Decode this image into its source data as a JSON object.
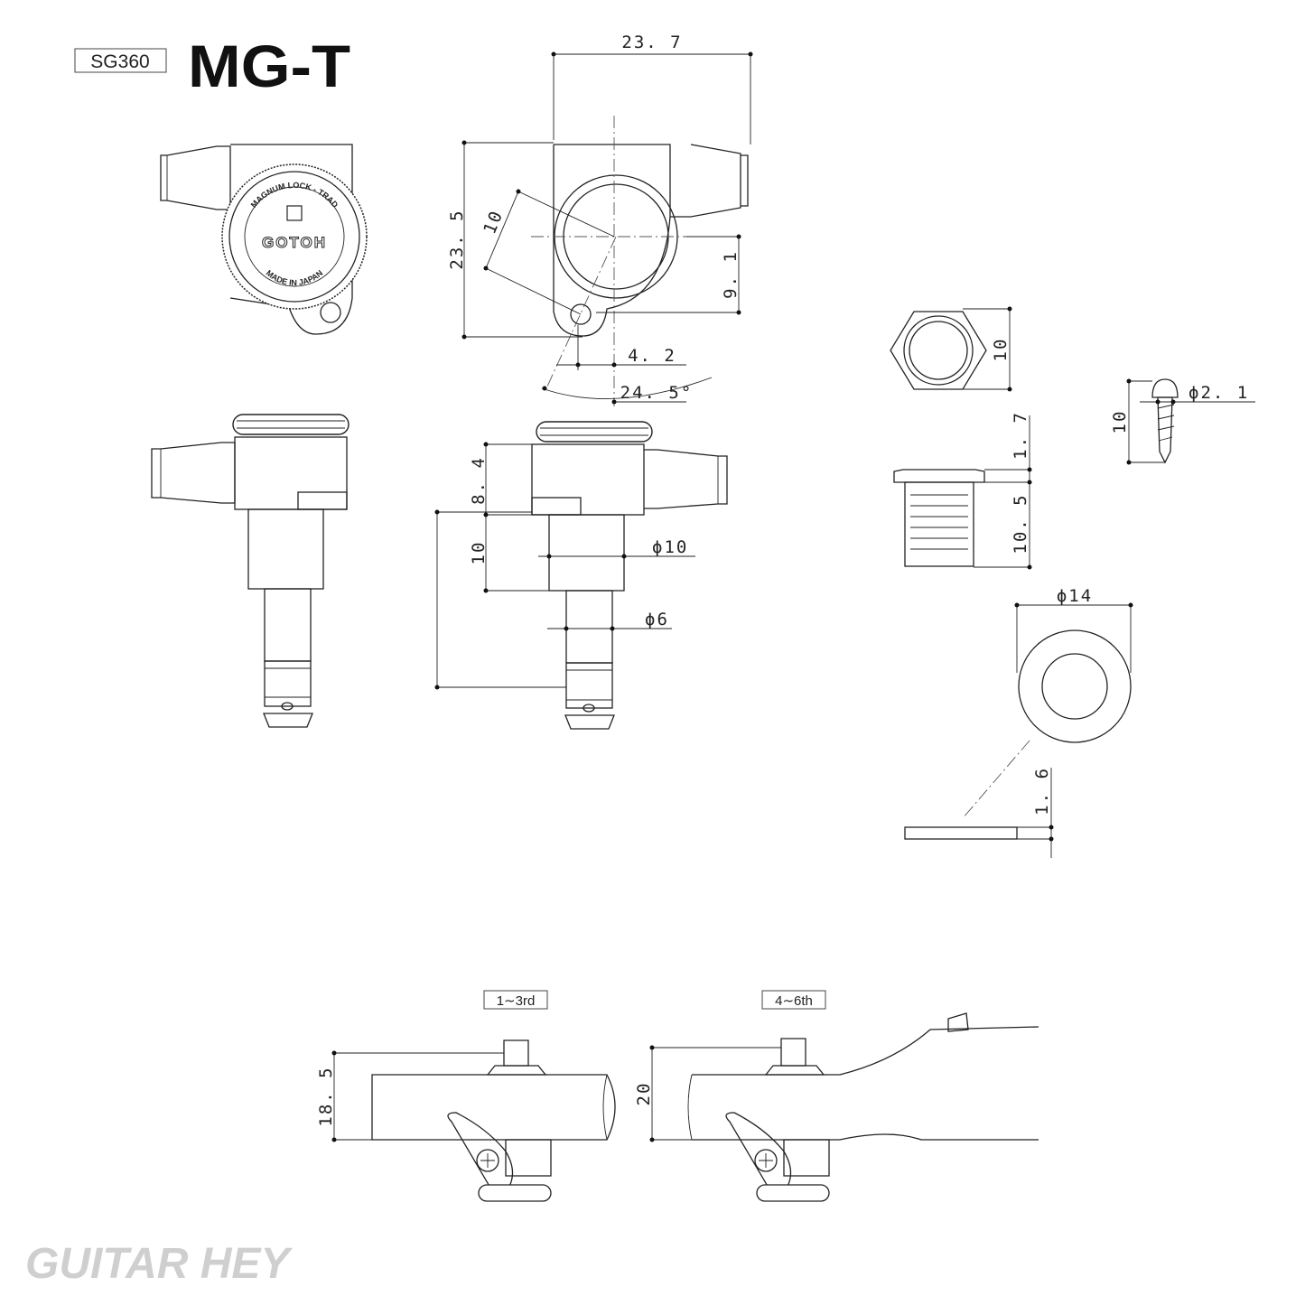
{
  "header": {
    "model_code": "SG360",
    "product_name": "MG-T"
  },
  "dial": {
    "ring_text": "MAGNUM LOCK - TRAD",
    "brand": "GOTOH",
    "origin": "MADE IN JAPAN"
  },
  "dimensions": {
    "top_width": "23. 7",
    "top_height": "23. 5",
    "hole_offset": "10",
    "post_offset": "9. 1",
    "screw_offset": "4. 2",
    "angle": "24. 5°",
    "head_height": "8. 4",
    "shaft_length": "10",
    "shaft_dia": "ϕ10",
    "post_dia": "ϕ6",
    "nut_height": "10",
    "bushing_flange": "1. 7",
    "bushing_length": "10. 5",
    "screw_dia": "ϕ2. 1",
    "screw_length": "10",
    "washer_dia": "ϕ14",
    "washer_thickness": "1. 6",
    "headstock_1_3": "18. 5",
    "headstock_4_6": "20"
  },
  "string_groups": {
    "group_a": "1∼3rd",
    "group_b": "4∼6th"
  },
  "watermark": "GUITAR HEY"
}
